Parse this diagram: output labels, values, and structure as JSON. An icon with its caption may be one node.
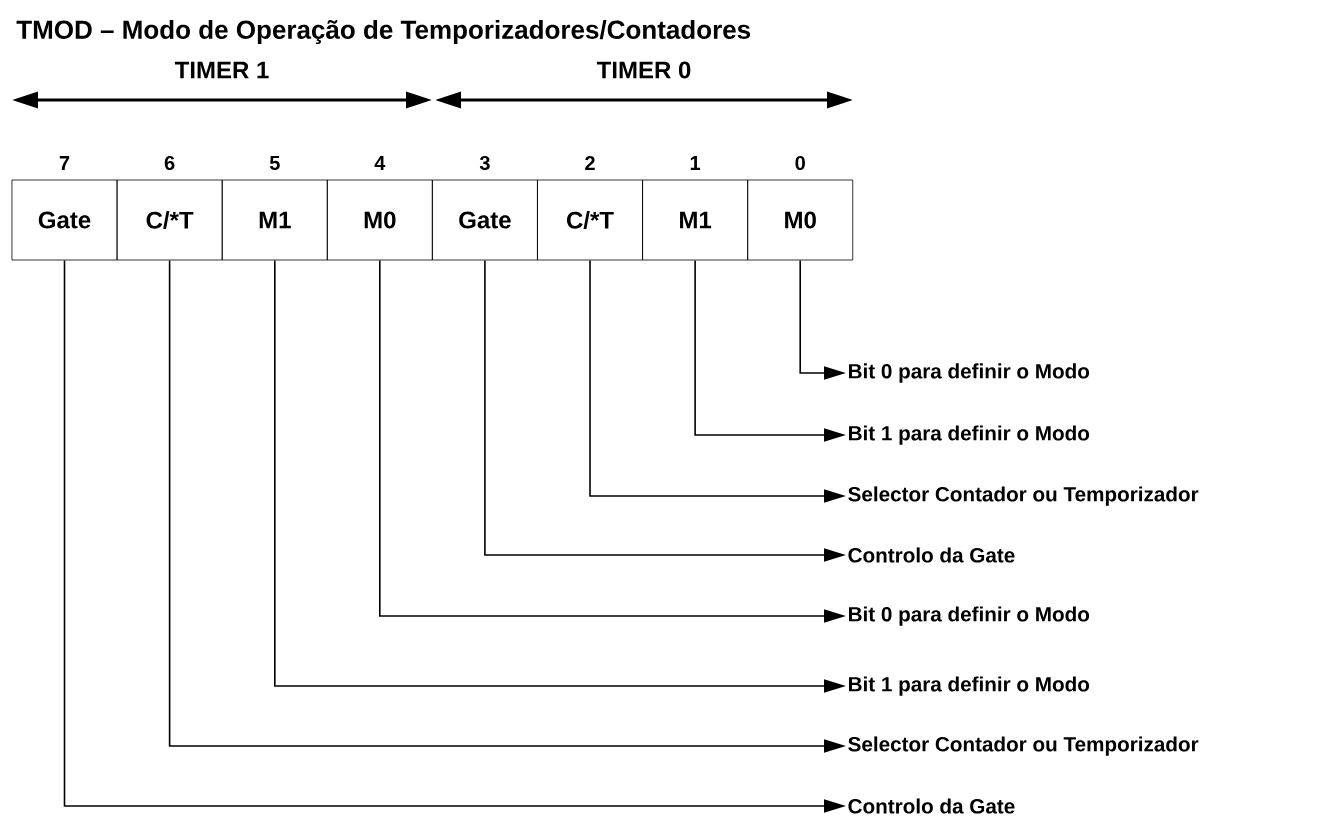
{
  "diagram": {
    "title": "TMOD – Modo de Operação de Temporizadores/Contadores",
    "nodes": [
      {
        "text": [
          "Gate"
        ],
        "beside": [
          "7"
        ]
      },
      {
        "text": [
          "C/*T"
        ],
        "beside": [
          "6"
        ]
      },
      {
        "text": [
          "M1"
        ],
        "beside": [
          "5"
        ]
      },
      {
        "text": [
          "M0"
        ],
        "beside": [
          "4"
        ]
      },
      {
        "text": [
          "Gate"
        ],
        "beside": [
          "3"
        ]
      },
      {
        "text": [
          "C/*T"
        ],
        "beside": [
          "2"
        ]
      },
      {
        "text": [
          "M1"
        ],
        "beside": [
          "1"
        ]
      },
      {
        "text": [
          "M0"
        ],
        "beside": [
          "0"
        ]
      },
      {
        "text": [
          "Bit 0 para definir o Modo"
        ]
      },
      {
        "text": [
          "Bit 1 para definir o Modo"
        ]
      },
      {
        "text": [
          "Selector Contador ou Temporizador"
        ]
      },
      {
        "text": [
          "Controlo da Gate"
        ]
      },
      {
        "text": [
          "Bit 0 para definir o Modo"
        ]
      },
      {
        "text": [
          "Bit 1 para definir o Modo"
        ]
      },
      {
        "text": [
          "Selector Contador ou Temporizador"
        ]
      },
      {
        "text": [
          "Controlo da Gate"
        ]
      }
    ],
    "edges": [
      {
        "from": 7,
        "to": 8,
        "arrow": "to"
      },
      {
        "from": 6,
        "to": 9,
        "arrow": "to"
      },
      {
        "from": 5,
        "to": 10,
        "arrow": "to"
      },
      {
        "from": 4,
        "to": 11,
        "arrow": "to"
      },
      {
        "from": 3,
        "to": 12,
        "arrow": "to"
      },
      {
        "from": 2,
        "to": 13,
        "arrow": "to"
      },
      {
        "from": 1,
        "to": 14,
        "arrow": "to"
      },
      {
        "from": 0,
        "to": 15,
        "arrow": "to"
      }
    ],
    "labels": [
      "TIMER 1",
      "TIMER 0"
    ]
  }
}
